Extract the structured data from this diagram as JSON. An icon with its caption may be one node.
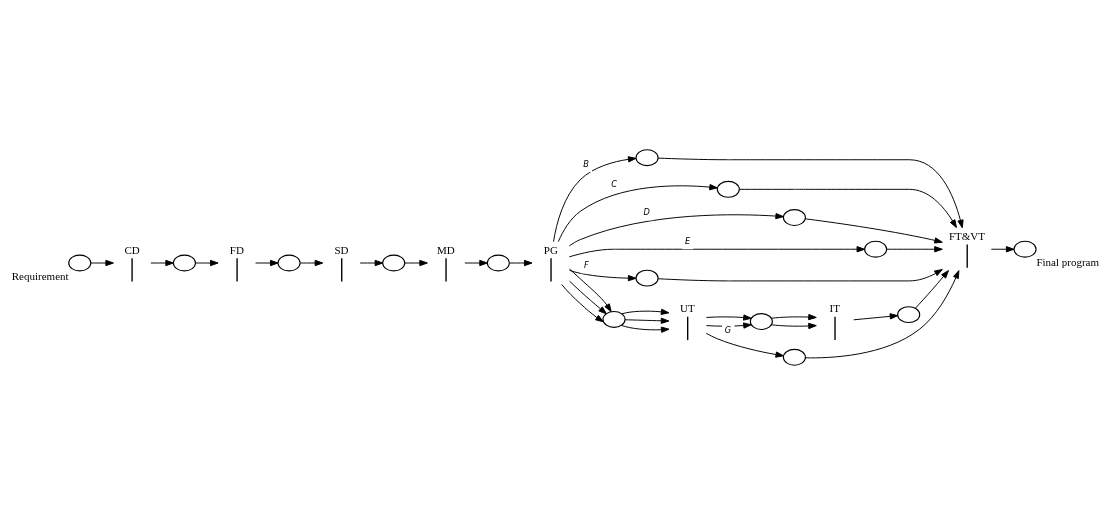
{
  "diagram": {
    "nodes": [
      {
        "text": [],
        "shape": "circle",
        "beside": [
          "Requirement"
        ]
      },
      {
        "text": [
          "CD"
        ]
      },
      {
        "text": [],
        "shape": "circle"
      },
      {
        "text": [
          "FD"
        ]
      },
      {
        "text": [],
        "shape": "circle"
      },
      {
        "text": [
          "SD"
        ]
      },
      {
        "text": [],
        "shape": "circle"
      },
      {
        "text": [
          "MD"
        ]
      },
      {
        "text": [],
        "shape": "circle"
      },
      {
        "text": [
          "PG"
        ]
      },
      {
        "text": [],
        "shape": "circle"
      },
      {
        "text": [],
        "shape": "circle"
      },
      {
        "text": [],
        "shape": "circle"
      },
      {
        "text": [],
        "shape": "circle"
      },
      {
        "text": [],
        "shape": "circle"
      },
      {
        "text": [],
        "shape": "circle"
      },
      {
        "text": [
          "UT"
        ]
      },
      {
        "text": [],
        "shape": "circle"
      },
      {
        "text": [
          "IT"
        ]
      },
      {
        "text": [],
        "shape": "circle"
      },
      {
        "text": [
          "FT&VT"
        ]
      },
      {
        "text": [],
        "shape": "circle",
        "beside": [
          "Final program"
        ]
      },
      {
        "text": [],
        "shape": "circle"
      }
    ],
    "edges": [
      {
        "from": 0,
        "to": 1,
        "arrow": "to"
      },
      {
        "from": 1,
        "to": 2,
        "arrow": "to"
      },
      {
        "from": 2,
        "to": 3,
        "arrow": "to"
      },
      {
        "from": 3,
        "to": 4,
        "arrow": "to"
      },
      {
        "from": 4,
        "to": 5,
        "arrow": "to"
      },
      {
        "from": 5,
        "to": 6,
        "arrow": "to"
      },
      {
        "from": 6,
        "to": 7,
        "arrow": "to"
      },
      {
        "from": 7,
        "to": 8,
        "arrow": "to"
      },
      {
        "from": 8,
        "to": 9,
        "arrow": "to"
      },
      {
        "from": 9,
        "to": 10,
        "arrow": "to",
        "label": "B"
      },
      {
        "from": 9,
        "to": 11,
        "arrow": "to",
        "label": "C"
      },
      {
        "from": 9,
        "to": 12,
        "arrow": "to",
        "label": "D"
      },
      {
        "from": 9,
        "to": 13,
        "arrow": "to",
        "label": "E"
      },
      {
        "from": 9,
        "to": 14,
        "arrow": "to",
        "label": "F"
      },
      {
        "from": 9,
        "to": 15,
        "arrow": "to"
      },
      {
        "from": 9,
        "to": 15,
        "arrow": "to"
      },
      {
        "from": 9,
        "to": 15,
        "arrow": "to"
      },
      {
        "from": 15,
        "to": 16,
        "arrow": "to"
      },
      {
        "from": 15,
        "to": 16,
        "arrow": "to"
      },
      {
        "from": 15,
        "to": 16,
        "arrow": "to"
      },
      {
        "from": 16,
        "to": 17,
        "arrow": "to"
      },
      {
        "from": 16,
        "to": 17,
        "arrow": "to"
      },
      {
        "from": 17,
        "to": 18,
        "arrow": "to"
      },
      {
        "from": 17,
        "to": 18,
        "arrow": "to"
      },
      {
        "from": 18,
        "to": 19,
        "arrow": "to"
      },
      {
        "from": 19,
        "to": 20,
        "arrow": "to"
      },
      {
        "from": 10,
        "to": 20,
        "arrow": "to"
      },
      {
        "from": 11,
        "to": 20,
        "arrow": "to"
      },
      {
        "from": 12,
        "to": 20,
        "arrow": "to"
      },
      {
        "from": 13,
        "to": 20,
        "arrow": "to"
      },
      {
        "from": 14,
        "to": 20,
        "arrow": "to"
      },
      {
        "from": 16,
        "to": 22,
        "arrow": "to",
        "label": "G"
      },
      {
        "from": 22,
        "to": 20,
        "arrow": "to"
      },
      {
        "from": 20,
        "to": 21,
        "arrow": "to"
      }
    ]
  }
}
